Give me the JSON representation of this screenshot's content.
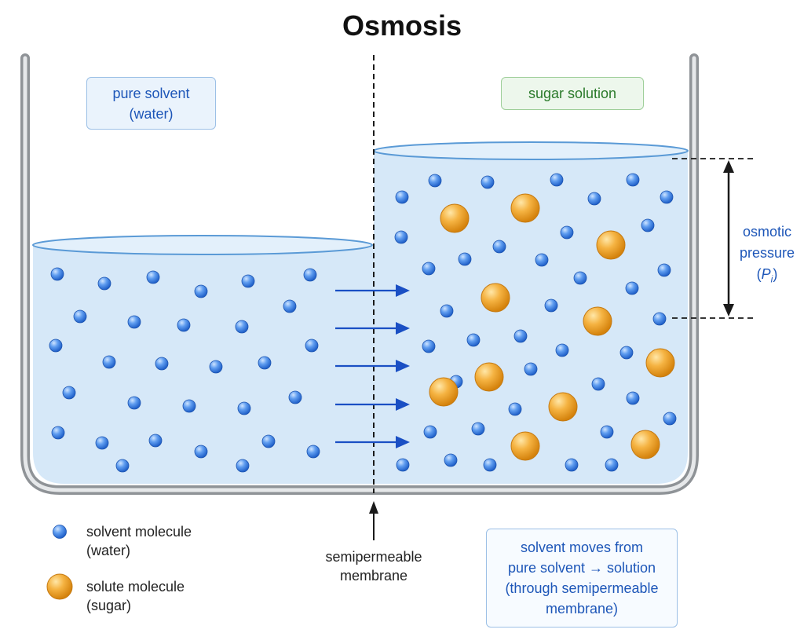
{
  "title": "Osmosis",
  "left_label": {
    "line1": "pure solvent",
    "line2": "(water)"
  },
  "right_label": {
    "text": "sugar solution"
  },
  "pressure_label": {
    "line1": "osmotic",
    "line2": "pressure",
    "symbol_open": "(",
    "symbol": "P",
    "subscript": "i",
    "symbol_close": ")"
  },
  "membrane_label": {
    "line1": "semipermeable",
    "line2": "membrane"
  },
  "legend": {
    "solvent": {
      "line1": "solvent molecule",
      "line2": "(water)"
    },
    "solute": {
      "line1": "solute molecule",
      "line2": "(sugar)"
    }
  },
  "note": {
    "lines": [
      "solvent moves from",
      "pure solvent → solution",
      "(through semipermeable",
      "membrane)"
    ]
  },
  "colors": {
    "liquid": "#d6e8f8",
    "liquid_edge": "#5a9ad6",
    "container": "#8f9397",
    "solvent_molecule": "#3b82e0",
    "solute_molecule": "#f0a020",
    "arrow": "#1a4fc4"
  }
}
